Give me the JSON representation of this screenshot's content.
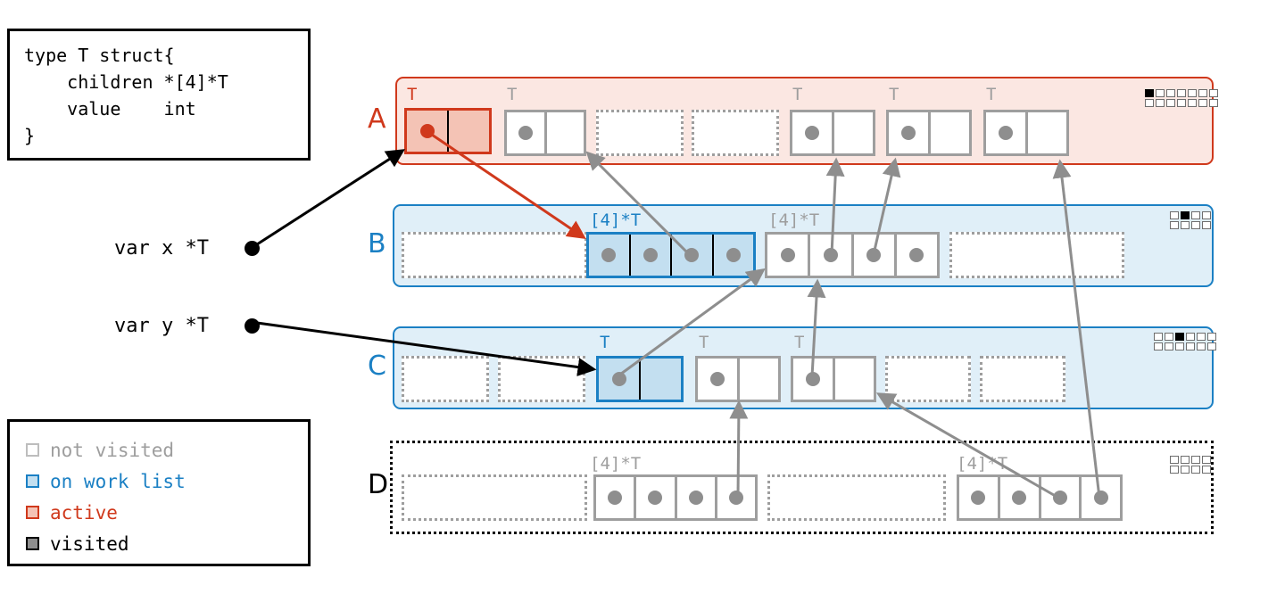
{
  "code_box": {
    "text": "type T struct{\n    children *[4]*T\n    value    int\n}"
  },
  "legend": {
    "items": [
      {
        "label": "not visited",
        "color": "#9e9e9e",
        "fill": "#ffffff",
        "border": "#bdbdbd"
      },
      {
        "label": "on work list",
        "color": "#1b80c4",
        "fill": "#c3dff0",
        "border": "#1b80c4"
      },
      {
        "label": "active",
        "color": "#d0391c",
        "fill": "#f4c3b5",
        "border": "#d0391c"
      },
      {
        "label": "visited",
        "color": "#000000",
        "fill": "#8e8e8e",
        "border": "#000000"
      }
    ]
  },
  "variables": [
    {
      "name": "var-x",
      "label": "var x *T"
    },
    {
      "name": "var-y",
      "label": "var y *T"
    }
  ],
  "rows": [
    {
      "id": "A",
      "letter": "A",
      "state": "active",
      "border_color": "#d0391c",
      "fill_color": "#fbe7e2",
      "minigrid": {
        "cols": 7,
        "rows": 2,
        "marked_index": 0
      },
      "slots": [
        {
          "kind": "T",
          "type_label": "T",
          "state": "active",
          "ptr_count": 1
        },
        {
          "kind": "T",
          "type_label": "T",
          "state": "not-visited",
          "ptr_count": 1
        },
        {
          "kind": "empty",
          "type_label": "",
          "state": "free",
          "ptr_count": 0
        },
        {
          "kind": "empty",
          "type_label": "",
          "state": "free",
          "ptr_count": 0
        },
        {
          "kind": "T",
          "type_label": "T",
          "state": "not-visited",
          "ptr_count": 1
        },
        {
          "kind": "T",
          "type_label": "T",
          "state": "not-visited",
          "ptr_count": 1
        },
        {
          "kind": "T",
          "type_label": "T",
          "state": "not-visited",
          "ptr_count": 1
        }
      ]
    },
    {
      "id": "B",
      "letter": "B",
      "state": "on-work-list",
      "border_color": "#1b80c4",
      "fill_color": "#e0eff8",
      "minigrid": {
        "cols": 4,
        "rows": 2,
        "marked_index": 1
      },
      "slots": [
        {
          "kind": "empty",
          "type_label": "",
          "state": "free",
          "ptr_count": 0
        },
        {
          "kind": "[4]*T",
          "type_label": "[4]*T",
          "state": "on-work-list",
          "ptr_count": 4
        },
        {
          "kind": "[4]*T",
          "type_label": "[4]*T",
          "state": "not-visited",
          "ptr_count": 4
        },
        {
          "kind": "empty",
          "type_label": "",
          "state": "free",
          "ptr_count": 0
        }
      ]
    },
    {
      "id": "C",
      "letter": "C",
      "state": "on-work-list",
      "border_color": "#1b80c4",
      "fill_color": "#e0eff8",
      "minigrid": {
        "cols": 6,
        "rows": 2,
        "marked_index": 2
      },
      "slots": [
        {
          "kind": "empty",
          "type_label": "",
          "state": "free",
          "ptr_count": 0
        },
        {
          "kind": "empty",
          "type_label": "",
          "state": "free",
          "ptr_count": 0
        },
        {
          "kind": "T",
          "type_label": "T",
          "state": "on-work-list",
          "ptr_count": 1
        },
        {
          "kind": "T",
          "type_label": "T",
          "state": "not-visited",
          "ptr_count": 1
        },
        {
          "kind": "T",
          "type_label": "T",
          "state": "not-visited",
          "ptr_count": 1
        },
        {
          "kind": "empty",
          "type_label": "",
          "state": "free",
          "ptr_count": 0
        },
        {
          "kind": "empty",
          "type_label": "",
          "state": "free",
          "ptr_count": 0
        }
      ]
    },
    {
      "id": "D",
      "letter": "D",
      "state": "not-visited",
      "border_color": "#000000",
      "fill_color": "#ffffff",
      "minigrid": {
        "cols": 4,
        "rows": 2,
        "marked_index": -1
      },
      "slots": [
        {
          "kind": "empty",
          "type_label": "",
          "state": "free",
          "ptr_count": 0
        },
        {
          "kind": "[4]*T",
          "type_label": "[4]*T",
          "state": "not-visited",
          "ptr_count": 4
        },
        {
          "kind": "empty",
          "type_label": "",
          "state": "free",
          "ptr_count": 0
        },
        {
          "kind": "[4]*T",
          "type_label": "[4]*T",
          "state": "not-visited",
          "ptr_count": 4
        }
      ]
    }
  ],
  "colors": {
    "active": "#d0391c",
    "work_list": "#1b80c4",
    "not_visited": "#9e9e9e",
    "visited": "#000000",
    "pointer_arrow": "#8e8e8e",
    "root_arrow": "#000000"
  }
}
